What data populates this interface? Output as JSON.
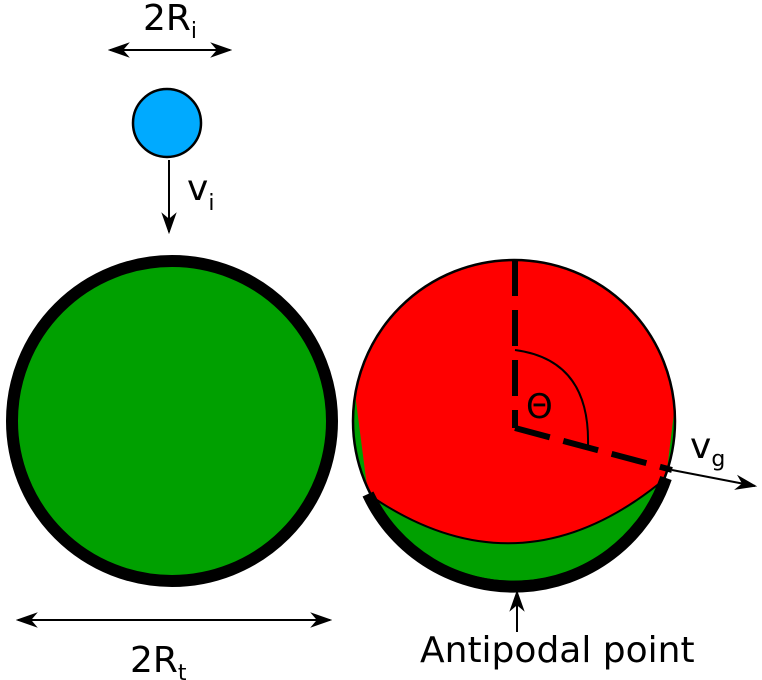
{
  "labels": {
    "impactor_diameter": {
      "main": "2R",
      "sub": "i"
    },
    "impactor_velocity": {
      "main": "v",
      "sub": "i"
    },
    "target_diameter": {
      "main": "2R",
      "sub": "t"
    },
    "ejecta_velocity": {
      "main": "v",
      "sub": "g"
    },
    "angle": "Θ",
    "antipodal_point": "Antipodal point"
  },
  "colors": {
    "impactor": "#00aaff",
    "target": "#00a000",
    "impact_region": "#ff0000",
    "outline": "#000000"
  },
  "icons": {
    "impactor": "blue-circle",
    "target": "green-circle",
    "post_impact": "red-green-circle"
  }
}
